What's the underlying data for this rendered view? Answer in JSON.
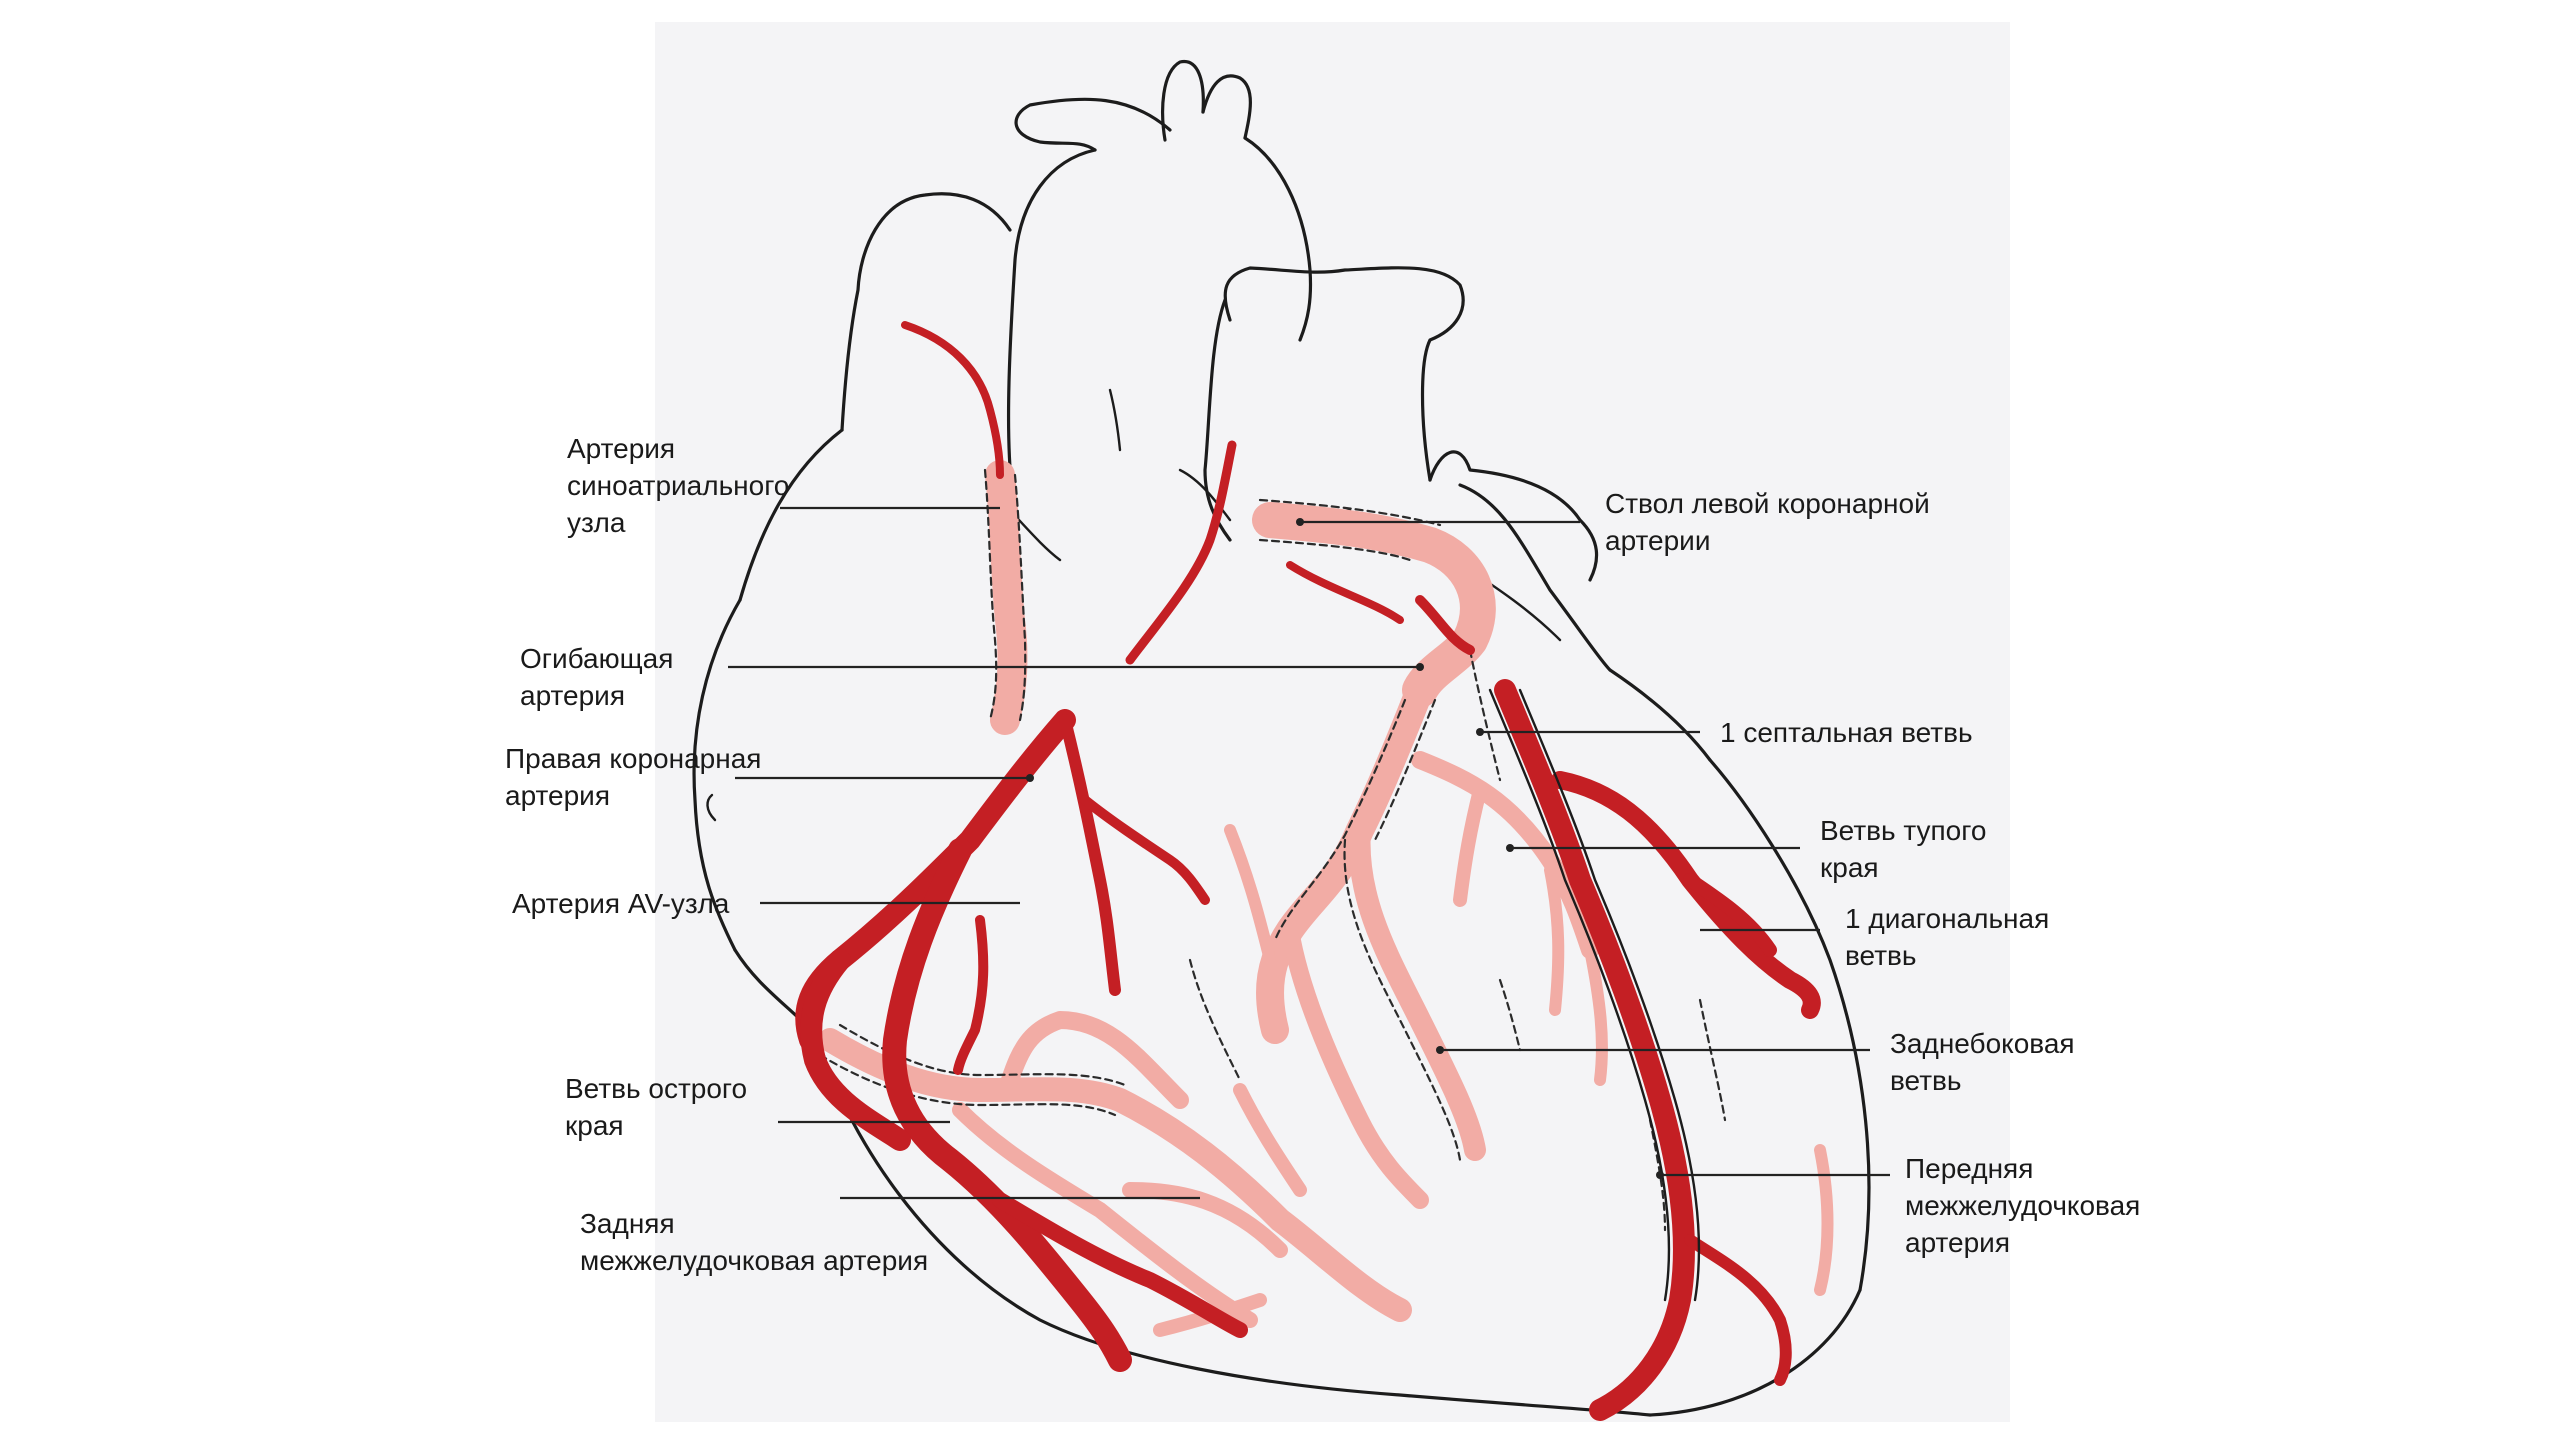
{
  "colors": {
    "artery_front": "#c41f24",
    "artery_back": "#f2aca5",
    "panel": "#f4f4f6",
    "outline": "#1c1c1c"
  },
  "labels": {
    "sa_node": [
      "Артерия",
      "синоатриального",
      "узла"
    ],
    "circumflex": [
      "Огибающая",
      "артерия"
    ],
    "right_coronary": [
      "Правая коронарная",
      "артерия"
    ],
    "av_node": [
      "Артерия AV-узла"
    ],
    "acute_marginal": [
      "Ветвь острого",
      "края"
    ],
    "posterior_interventricular": [
      "Задняя",
      "межжелудочковая артерия"
    ],
    "left_main": [
      "Ствол левой коронарной",
      "артерии"
    ],
    "septal": [
      "1 септальная ветвь"
    ],
    "obtuse_marginal": [
      "Ветвь тупого",
      "края"
    ],
    "diagonal": [
      "1 диагональная",
      "ветвь"
    ],
    "posterolateral": [
      "Заднебоковая",
      "ветвь"
    ],
    "anterior_interventricular": [
      "Передняя",
      "межжелудочковая",
      "артерия"
    ]
  }
}
